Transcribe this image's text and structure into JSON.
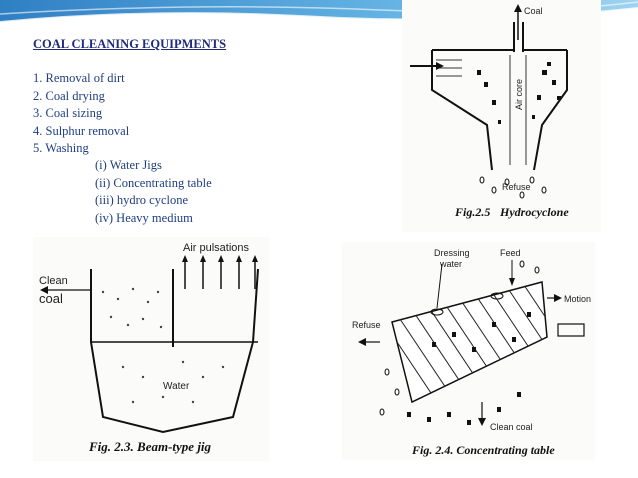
{
  "slide": {
    "title": "COAL CLEANING EQUIPMENTS",
    "items": [
      "1. Removal of dirt",
      "2. Coal drying",
      "3. Coal sizing",
      "4. Sulphur removal",
      "5. Washing"
    ],
    "subitems": [
      "(i) Water Jigs",
      "(ii) Concentrating table",
      "(iii) hydro cyclone",
      "(iv) Heavy medium"
    ]
  },
  "figures": {
    "hydrocyclone": {
      "coal": "Coal",
      "air_core": "Air core",
      "refuse": "Refuse",
      "caption_num": "Fig.2.5",
      "caption": "Hydrocyclone"
    },
    "jig": {
      "air": "Air pulsations",
      "clean1": "Clean",
      "clean2": "coal",
      "water": "Water",
      "caption": "Fig. 2.3. Beam-type jig"
    },
    "table": {
      "dressing1": "Dressing",
      "dressing2": "water",
      "feed": "Feed",
      "motion": "Motion",
      "refuse": "Refuse",
      "clean": "Clean coal",
      "caption": "Fig. 2.4. Concentrating table"
    }
  },
  "colors": {
    "banner": "#2e86c8",
    "text": "#1e3e82"
  }
}
